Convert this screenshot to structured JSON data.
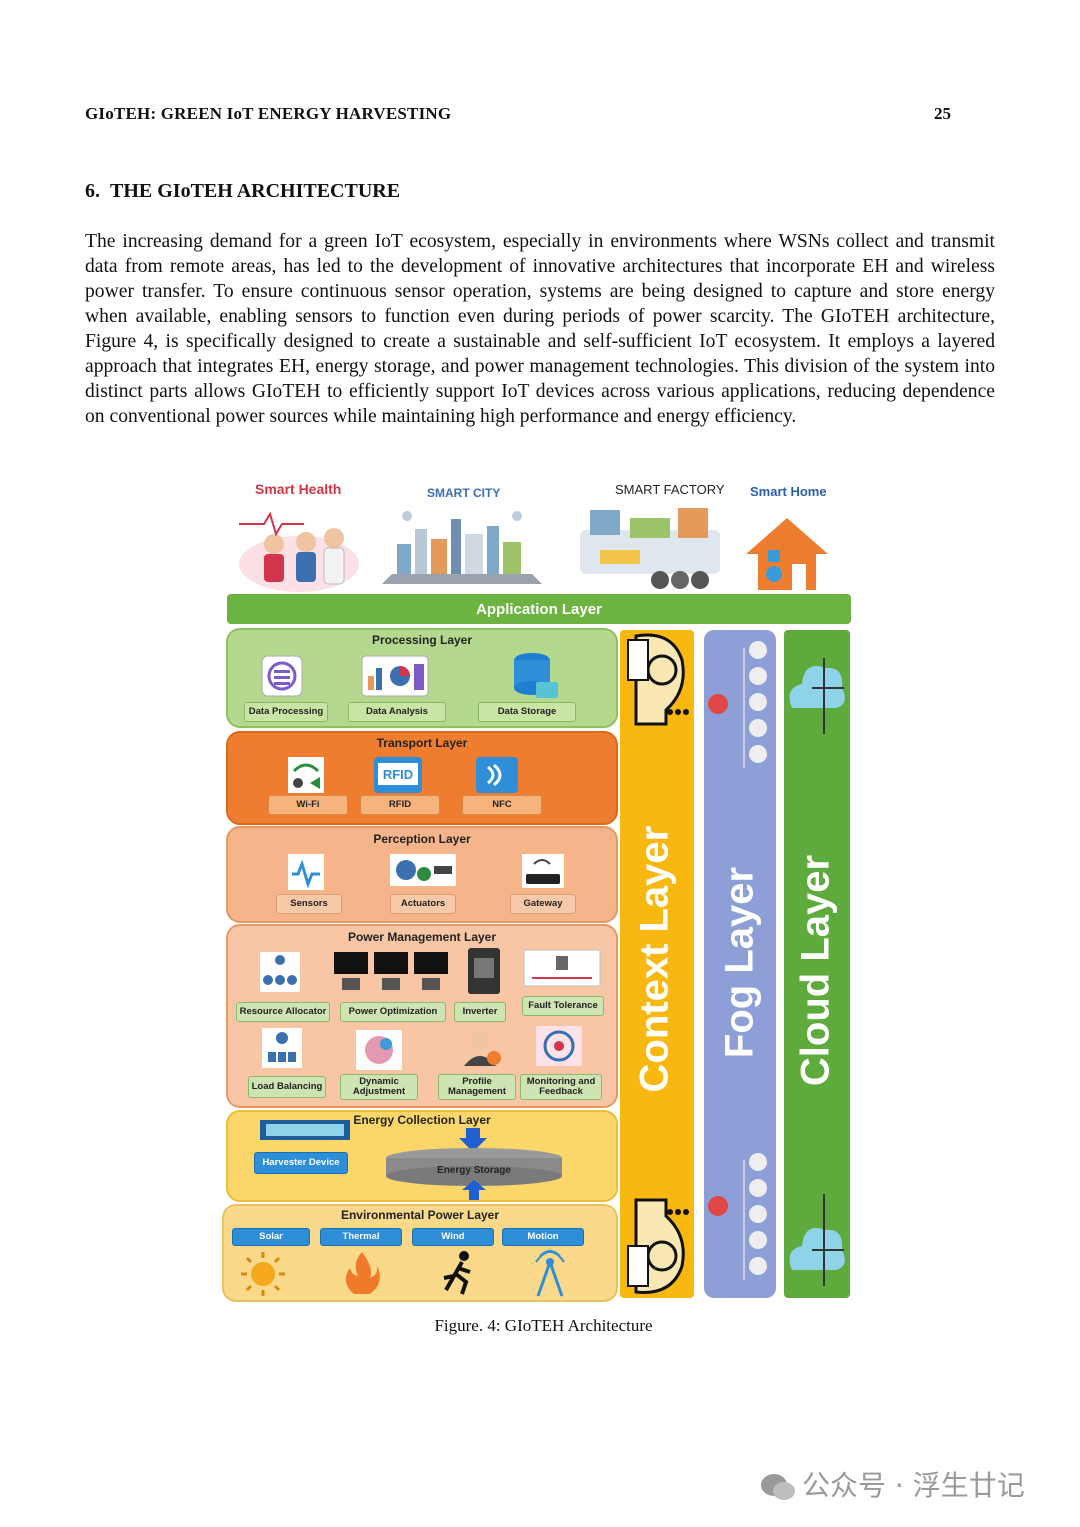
{
  "header": {
    "running_head": "GIoTEH: GREEN IoT ENERGY HARVESTING",
    "page_number": "25"
  },
  "section": {
    "number": "6.",
    "title": "THE GIoTEH ARCHITECTURE"
  },
  "body": "The increasing demand for a green IoT ecosystem, especially in environments where WSNs collect and transmit data from remote areas, has led to the development of innovative architectures that incorporate EH and wireless power transfer. To ensure continuous sensor operation, systems are being designed to capture and store energy when available, enabling sensors to function even during periods of power scarcity. The GIoTEH architecture, Figure 4, is specifically designed to create a sustainable and self-sufficient IoT ecosystem. It employs a layered approach that integrates EH, energy storage, and power management technologies. This division of the system into distinct parts allows GIoTEH to efficiently support IoT devices across various applications, reducing dependence on conventional power sources while maintaining high performance and energy efficiency.",
  "figure": {
    "applications": [
      "Smart Health",
      "SMART CITY",
      "SMART FACTORY",
      "Smart Home"
    ],
    "application_layer": "Application Layer",
    "processing": {
      "title": "Processing Layer",
      "items": [
        "Data Processing",
        "Data Analysis",
        "Data Storage"
      ]
    },
    "transport": {
      "title": "Transport Layer",
      "items": [
        "Wi-Fi",
        "RFID",
        "NFC"
      ],
      "rfid_icon_text": "RFID"
    },
    "perception": {
      "title": "Perception  Layer",
      "items": [
        "Sensors",
        "Actuators",
        "Gateway"
      ]
    },
    "power": {
      "title": "Power Management Layer",
      "items": [
        "Resource Allocator",
        "Power Optimization",
        "Inverter",
        "Fault Tolerance",
        "Load Balancing",
        "Dynamic Adjustment",
        "Profile Management",
        "Monitoring and Feedback"
      ]
    },
    "energy": {
      "title": "Energy Collection Layer",
      "harvester": "Harvester Device",
      "storage": "Energy Storage"
    },
    "environment": {
      "title": "Environmental Power Layer",
      "items": [
        "Solar",
        "Thermal",
        "Wind",
        "Motion"
      ]
    },
    "side_layers": [
      "Context Layer",
      "Fog Layer",
      "Cloud Layer"
    ],
    "colors": {
      "green": "#6db33f",
      "orange": "#ef7d2f",
      "peach": "#f5b48a",
      "yellow": "#fbcf3a",
      "fog": "#8e9fd8",
      "cloud": "#5faa3d"
    }
  },
  "caption": "Figure. 4: GIoTEH Architecture",
  "watermark": "公众号 · 浮生廿记"
}
